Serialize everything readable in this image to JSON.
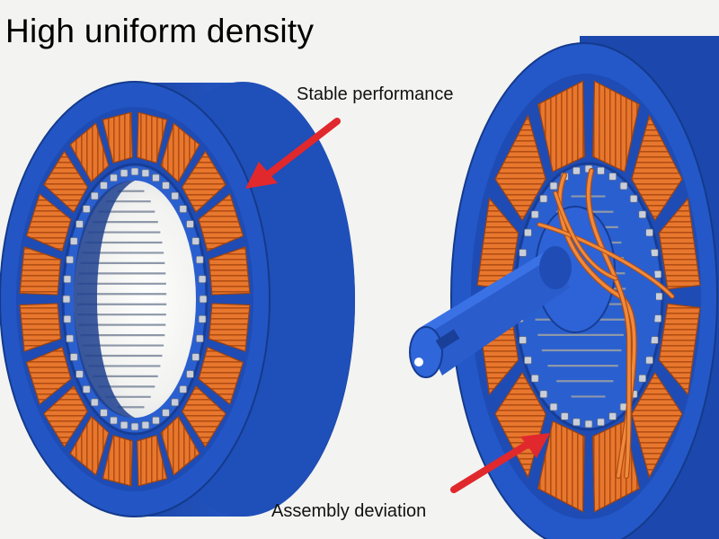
{
  "title": "High uniform density",
  "annotations": {
    "stable": "Stable performance",
    "assembly": "Assembly deviation"
  },
  "colors": {
    "background": "#f3f3f1",
    "housing_blue": "#1f4fb8",
    "housing_dark": "#173d95",
    "housing_light": "#2c62d6",
    "coil_orange": "#e8772e",
    "coil_stripe": "#b24d12",
    "lamination_grey": "#8d97a8",
    "arrow_red": "#e0282d"
  },
  "left_stator": {
    "slot_count": 20
  },
  "right_stator": {
    "slot_count": 12
  }
}
